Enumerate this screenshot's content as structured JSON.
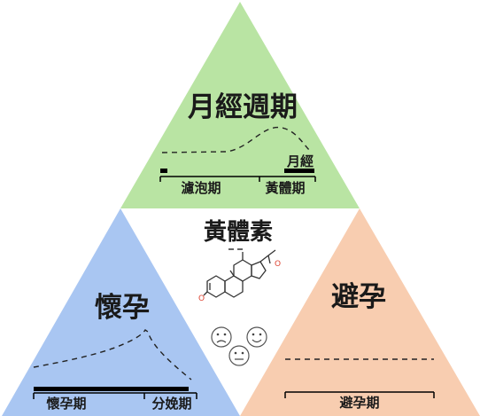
{
  "top": {
    "title": "月經週期",
    "phase_left": "濾泡期",
    "phase_right": "黃體期",
    "menstruation_label": "月經",
    "color": "#b9e4a3"
  },
  "center": {
    "title": "黃體素",
    "molecule": "progesterone-structure",
    "faces": [
      "sad-face-icon",
      "happy-face-icon",
      "neutral-face-icon"
    ]
  },
  "left": {
    "title": "懷孕",
    "phase_left": "懷孕期",
    "phase_right": "分娩期",
    "color": "#a9c6f2"
  },
  "right": {
    "title": "避孕",
    "phase": "避孕期",
    "color": "#f8cdb0"
  }
}
